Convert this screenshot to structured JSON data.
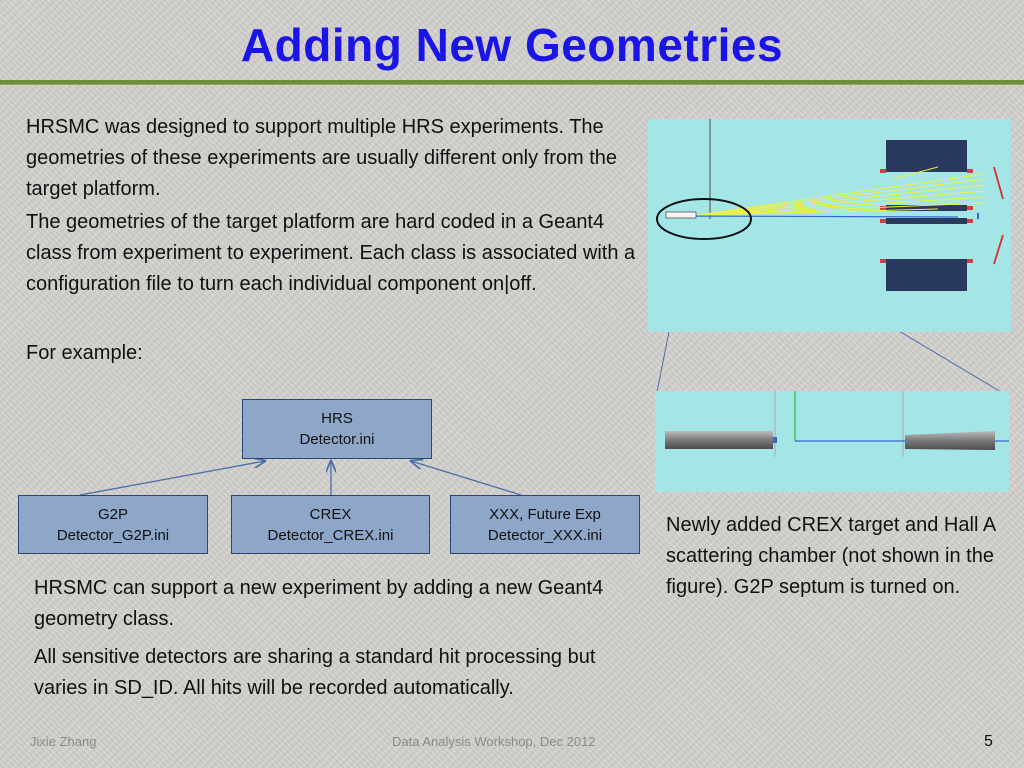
{
  "slide": {
    "title": "Adding New Geometries",
    "paragraphs": [
      "HRSMC was designed to support multiple HRS experiments. The geometries of these experiments are usually different only from the target platform.",
      "The geometries of the target platform are hard coded in a Geant4 class from experiment to experiment. Each class is associated with a configuration file to turn each individual component on|off.",
      "For example:"
    ],
    "lower_paragraphs": [
      "HRSMC can support a new experiment by adding a new Geant4 geometry class.",
      "All sensitive detectors are sharing a standard hit processing but varies in SD_ID. All hits will be recorded automatically."
    ],
    "caption": "Newly added CREX target and Hall A scattering chamber (not shown in the figure). G2P septum is turned on."
  },
  "diagram": {
    "parent": {
      "line1": "HRS",
      "line2": "Detector.ini"
    },
    "children": [
      {
        "line1": "G2P",
        "line2": "Detector_G2P.ini"
      },
      {
        "line1": "CREX",
        "line2": "Detector_CREX.ini"
      },
      {
        "line1": "XXX, Future Exp",
        "line2": "Detector_XXX.ini"
      }
    ]
  },
  "footer": {
    "author": "Jixie Zhang",
    "event": "Data Analysis Workshop, Dec 2012",
    "page_number": "5"
  },
  "colors": {
    "title": "#1a14e6",
    "accent_rule": "#6d8f3a",
    "box_fill": "#8ea6c8",
    "figure_background": "#a4e6e6",
    "magnet_blocks": "#2a3a5e",
    "tracks": "#f0f040"
  }
}
